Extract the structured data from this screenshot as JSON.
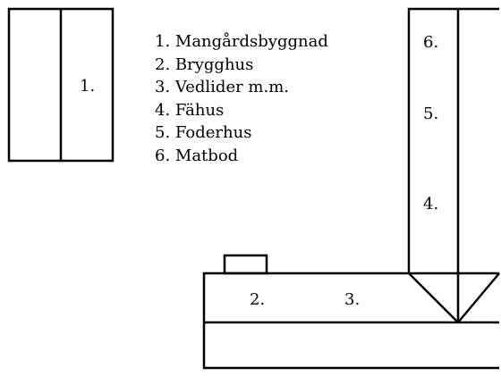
{
  "plan": {
    "labels": {
      "building_1": "1.",
      "building_2": "2.",
      "building_3": "3.",
      "building_4": "4.",
      "building_5": "5.",
      "building_6": "6."
    }
  },
  "legend": {
    "items": [
      "1. Mangårdsbyggnad",
      "2. Brygghus",
      "3. Vedlider m.m.",
      "4. Fähus",
      "5. Foderhus",
      "6. Matbod"
    ]
  }
}
